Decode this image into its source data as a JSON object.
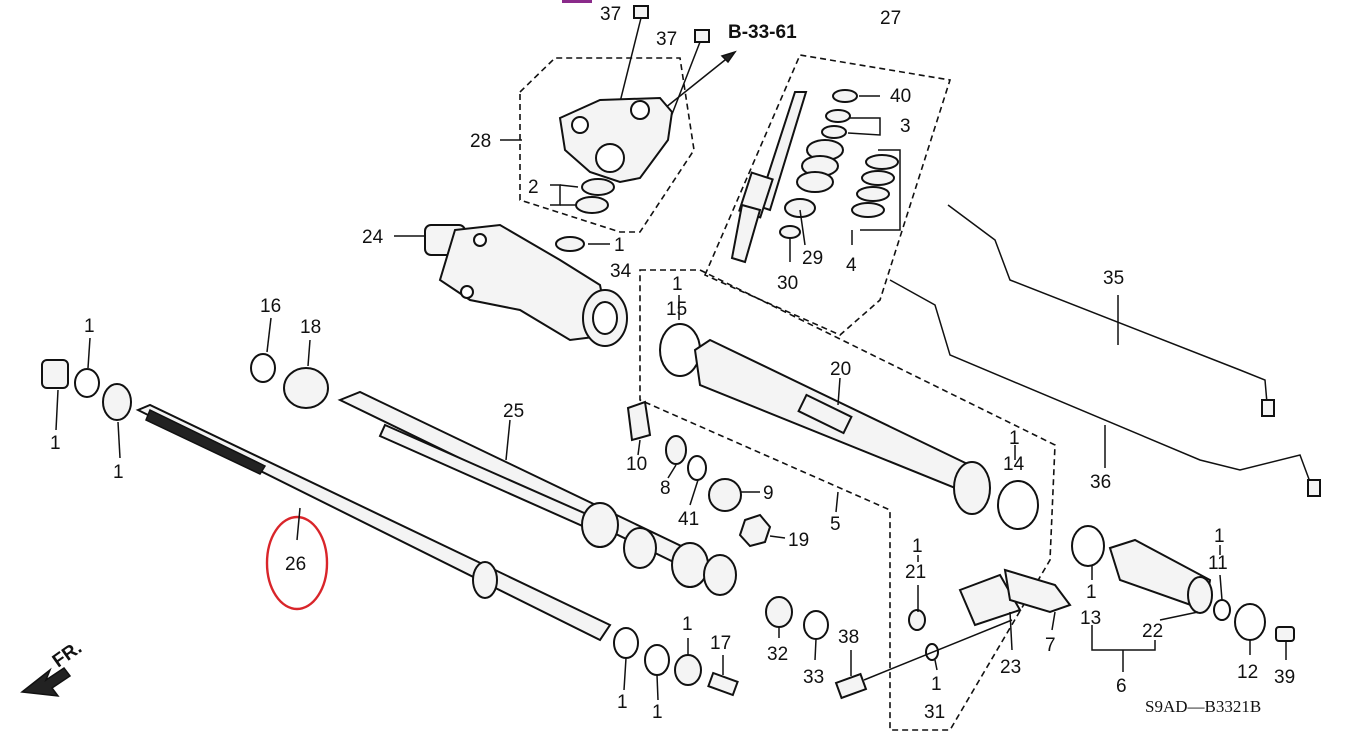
{
  "diagram": {
    "reference_label": "B-33-61",
    "diagram_code": "S9AD—B3321B",
    "direction_label": "FR.",
    "highlight_color": "#d9252a",
    "highlighted_part": "26",
    "callouts": {
      "c37a": "37",
      "c37b": "37",
      "c27": "27",
      "c28": "28",
      "c40": "40",
      "c3": "3",
      "c2": "2",
      "c1_a": "1",
      "c34": "34",
      "c24": "24",
      "c29": "29",
      "c30": "30",
      "c4": "4",
      "c35": "35",
      "c1_15": "1",
      "c15": "15",
      "c16": "16",
      "c18": "18",
      "c1_b": "1",
      "c1_c": "1",
      "c1_d": "1",
      "c20": "20",
      "c25": "25",
      "c10": "10",
      "c8": "8",
      "c9": "9",
      "c41": "41",
      "c19": "19",
      "c5": "5",
      "c1_14": "1",
      "c14": "14",
      "c36": "36",
      "c26": "26",
      "c1_21": "1",
      "c21": "21",
      "c1_11": "1",
      "c11": "11",
      "c13": "13",
      "c1_13": "1",
      "c22": "22",
      "c1_e": "1",
      "c17": "17",
      "c32": "32",
      "c33": "33",
      "c38": "38",
      "c7": "7",
      "c23": "23",
      "c12": "12",
      "c39": "39",
      "c1_31": "1",
      "c31": "31",
      "c6": "6",
      "c1_f": "1",
      "c1_g": "1"
    }
  }
}
